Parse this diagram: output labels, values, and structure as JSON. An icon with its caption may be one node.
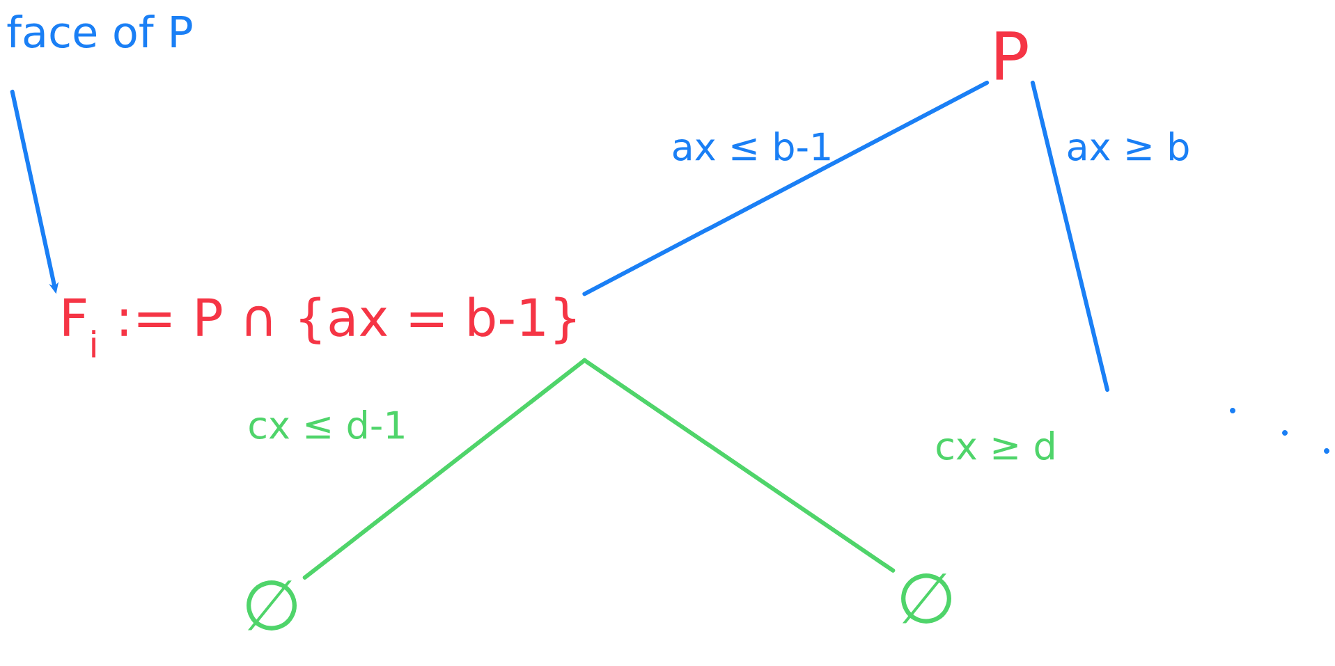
{
  "diagram": {
    "nodes": [
      {
        "text": [
          "face of P"
        ]
      },
      {
        "text": [
          "P"
        ]
      },
      {
        "text": [
          "F$_{i}$ := P ∩ {ax = b-1}"
        ]
      },
      {
        "text": [
          "∅"
        ]
      },
      {
        "text": [
          "∅"
        ]
      }
    ],
    "edges": [
      {
        "from": 0,
        "to": 2,
        "arrow": "to"
      },
      {
        "from": 1,
        "to": 2,
        "arrow": "none",
        "label": "ax ≤ b-1"
      },
      {
        "from": 1,
        "to": null,
        "arrow": "none",
        "label": "ax ≥ b"
      },
      {
        "from": 2,
        "to": 3,
        "arrow": "none",
        "label": "cx ≤ d-1",
        "color": "#4fd46a"
      },
      {
        "from": 2,
        "to": 4,
        "arrow": "none",
        "label": "cx ≥ d",
        "color": "#4fd46a"
      }
    ]
  }
}
